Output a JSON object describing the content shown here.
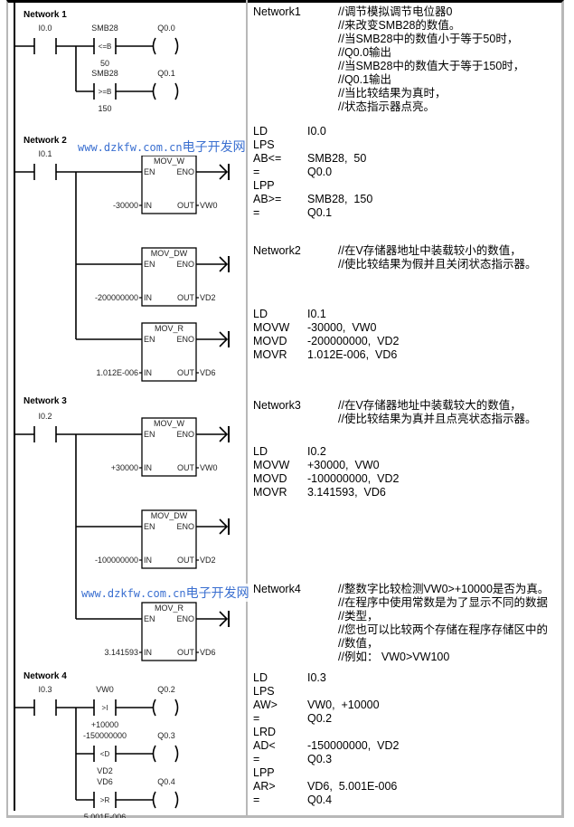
{
  "watermark": {
    "url": "www.dzkfw.com.cn",
    "site": "电子开发网",
    "color": "#3a6fd0"
  },
  "ladder": {
    "network1": {
      "title": "Network 1",
      "contact": "I0.0",
      "rungs": [
        {
          "operand_top": "SMB28",
          "op": "<=B",
          "operand_bottom": "50",
          "coil": "Q0.0"
        },
        {
          "operand_top": "SMB28",
          "op": ">=B",
          "operand_bottom": "150",
          "coil": "Q0.1"
        }
      ]
    },
    "network2": {
      "title": "Network 2",
      "contact": "I0.1",
      "boxes": [
        {
          "name": "MOV_W",
          "en": "EN",
          "eno": "ENO",
          "in_label": "IN",
          "out_label": "OUT",
          "in_value": "-30000",
          "out_value": "VW0"
        },
        {
          "name": "MOV_DW",
          "en": "EN",
          "eno": "ENO",
          "in_label": "IN",
          "out_label": "OUT",
          "in_value": "-200000000",
          "out_value": "VD2"
        },
        {
          "name": "MOV_R",
          "en": "EN",
          "eno": "ENO",
          "in_label": "IN",
          "out_label": "OUT",
          "in_value": "1.012E-006",
          "out_value": "VD6"
        }
      ]
    },
    "network3": {
      "title": "Network 3",
      "contact": "I0.2",
      "boxes": [
        {
          "name": "MOV_W",
          "en": "EN",
          "eno": "ENO",
          "in_label": "IN",
          "out_label": "OUT",
          "in_value": "+30000",
          "out_value": "VW0"
        },
        {
          "name": "MOV_DW",
          "en": "EN",
          "eno": "ENO",
          "in_label": "IN",
          "out_label": "OUT",
          "in_value": "-100000000",
          "out_value": "VD2"
        },
        {
          "name": "MOV_R",
          "en": "EN",
          "eno": "ENO",
          "in_label": "IN",
          "out_label": "OUT",
          "in_value": "3.141593",
          "out_value": "VD6"
        }
      ]
    },
    "network4": {
      "title": "Network 4",
      "contact": "I0.3",
      "rungs": [
        {
          "operand_top": "VW0",
          "op": ">I",
          "operand_bottom": "+10000",
          "coil": "Q0.2"
        },
        {
          "operand_top": "-150000000",
          "op": "<D",
          "operand_bottom": "VD2",
          "coil": "Q0.3"
        },
        {
          "operand_top": "VD6",
          "op": ">R",
          "operand_bottom": "5.001E-006",
          "coil": "Q0.4"
        }
      ]
    }
  },
  "stl": {
    "network1": {
      "name": "Network1",
      "comments": [
        "//调节模拟调节电位器0",
        "//来改变SMB28的数值。",
        "//当SMB28中的数值小于等于50时，",
        "//Q0.0输出",
        "//当SMB28中的数值大于等于150时，",
        "//Q0.1输出",
        "//当比较结果为真时，",
        "//状态指示器点亮。"
      ],
      "code": [
        {
          "op": "LD",
          "arg": "I0.0"
        },
        {
          "op": "LPS",
          "arg": ""
        },
        {
          "op": "AB<=",
          "arg": "SMB28,  50"
        },
        {
          "op": "=",
          "arg": "Q0.0"
        },
        {
          "op": "LPP",
          "arg": ""
        },
        {
          "op": "AB>=",
          "arg": "SMB28,  150"
        },
        {
          "op": "=",
          "arg": "Q0.1"
        }
      ]
    },
    "network2": {
      "name": "Network2",
      "comments": [
        "//在V存储器地址中装载较小的数值，",
        "//使比较结果为假并且关闭状态指示器。"
      ],
      "code": [
        {
          "op": "LD",
          "arg": "I0.1"
        },
        {
          "op": "MOVW",
          "arg": "-30000,  VW0"
        },
        {
          "op": "MOVD",
          "arg": "-200000000,  VD2"
        },
        {
          "op": "MOVR",
          "arg": "1.012E-006,  VD6"
        }
      ]
    },
    "network3": {
      "name": "Network3",
      "comments": [
        "//在V存储器地址中装载较大的数值，",
        "//使比较结果为真并且点亮状态指示器。"
      ],
      "code": [
        {
          "op": "LD",
          "arg": "I0.2"
        },
        {
          "op": "MOVW",
          "arg": "+30000,  VW0"
        },
        {
          "op": "MOVD",
          "arg": "-100000000,  VD2"
        },
        {
          "op": "MOVR",
          "arg": "3.141593,  VD6"
        }
      ]
    },
    "network4": {
      "name": "Network4",
      "comments": [
        "//整数字比较检测VW0>+10000是否为真。",
        "//在程序中使用常数是为了显示不同的数据",
        "//类型，",
        "//您也可以比较两个存储在程序存储区中的",
        "//数值，",
        "//例如： VW0>VW100"
      ],
      "code": [
        {
          "op": "LD",
          "arg": "I0.3"
        },
        {
          "op": "LPS",
          "arg": ""
        },
        {
          "op": "AW>",
          "arg": "VW0,  +10000"
        },
        {
          "op": "=",
          "arg": "Q0.2"
        },
        {
          "op": "LRD",
          "arg": ""
        },
        {
          "op": "AD<",
          "arg": "-150000000,  VD2"
        },
        {
          "op": "=",
          "arg": "Q0.3"
        },
        {
          "op": "LPP",
          "arg": ""
        },
        {
          "op": "AR>",
          "arg": "VD6,  5.001E-006"
        },
        {
          "op": "=",
          "arg": "Q0.4"
        }
      ]
    }
  }
}
